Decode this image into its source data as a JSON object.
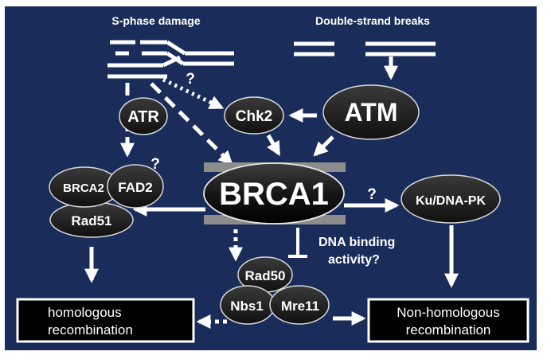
{
  "labels": {
    "s_phase_damage": "S-phase damage",
    "double_strand_breaks": "Double-strand breaks",
    "atr": "ATR",
    "chk2": "Chk2",
    "atm": "ATM",
    "brca1": "BRCA1",
    "brca2": "BRCA2",
    "fad2": "FAD2",
    "rad51": "Rad51",
    "ku_dna_pk": "Ku/DNA-PK",
    "rad50": "Rad50",
    "nbs1": "Nbs1",
    "mre11": "Mre11",
    "dna_binding_line1": "DNA binding",
    "dna_binding_line2": "activity?",
    "homologous_line1": "homologous",
    "homologous_line2": "recombination",
    "nonhomologous_line1": "Non-homologous",
    "nonhomologous_line2": "recombination",
    "q_chk2": "?",
    "q_fad2": "?",
    "q_ku": "?"
  },
  "colors": {
    "panel_background": "#1a2c5a",
    "outer_background": "#ffffff",
    "node_fill": "#1c1c1c",
    "node_border": "#e8e8e8",
    "node_text": "#ffffff",
    "accent_text": "#ffffff",
    "arrow": "#ffffff",
    "grey_bar": "#8c8c8c"
  }
}
